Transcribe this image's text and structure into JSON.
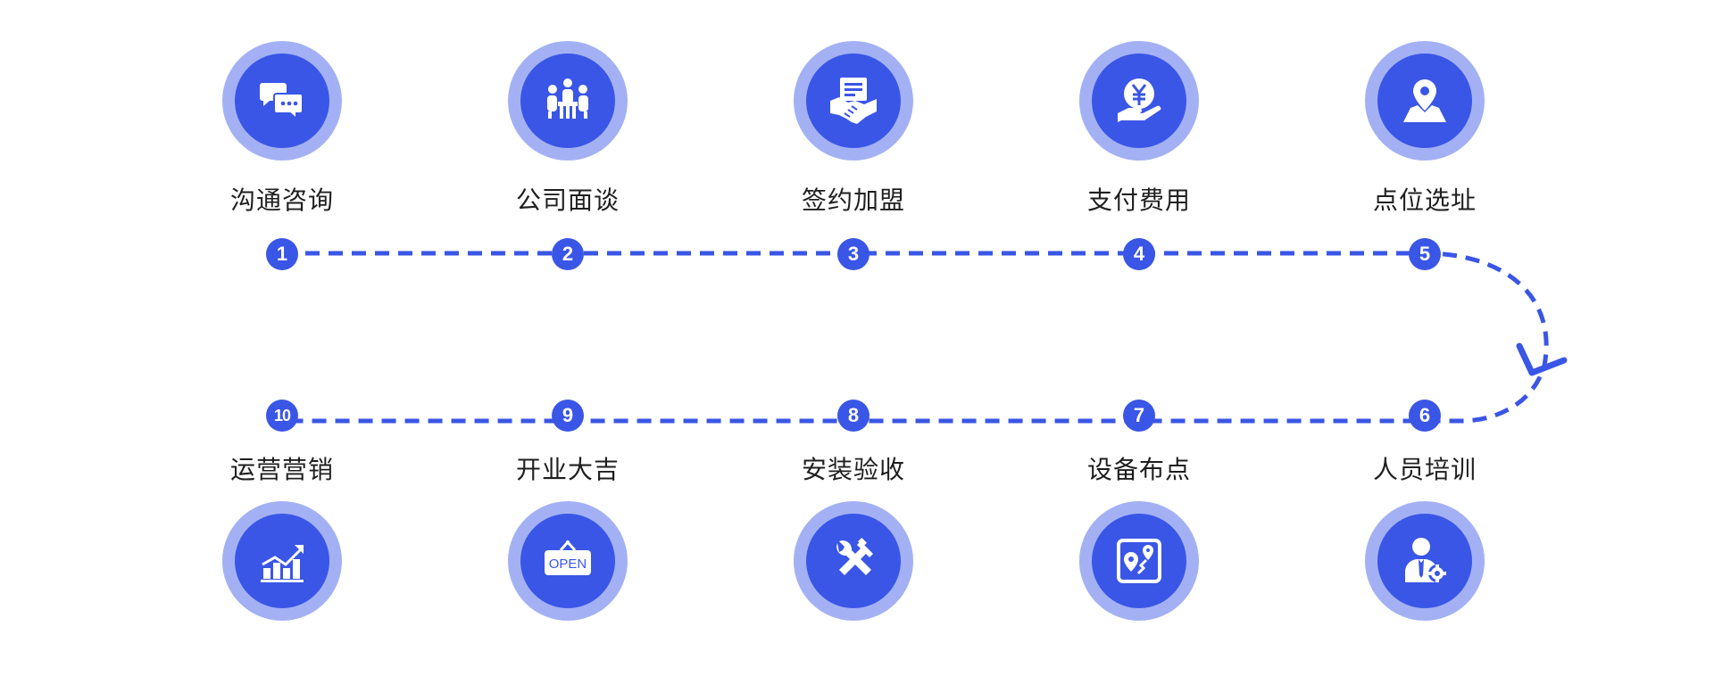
{
  "steps": [
    {
      "num": "1",
      "label": "沟通咨询",
      "icon": "chat-icon"
    },
    {
      "num": "2",
      "label": "公司面谈",
      "icon": "meeting-icon"
    },
    {
      "num": "3",
      "label": "签约加盟",
      "icon": "handshake-contract-icon"
    },
    {
      "num": "4",
      "label": "支付费用",
      "icon": "yen-payment-icon"
    },
    {
      "num": "5",
      "label": "点位选址",
      "icon": "location-pin-icon"
    },
    {
      "num": "6",
      "label": "人员培训",
      "icon": "person-gear-icon"
    },
    {
      "num": "7",
      "label": "设备布点",
      "icon": "map-marker-icon"
    },
    {
      "num": "8",
      "label": "安装验收",
      "icon": "tools-icon"
    },
    {
      "num": "9",
      "label": "开业大吉",
      "icon": "open-sign-icon"
    },
    {
      "num": "10",
      "label": "运营营销",
      "icon": "growth-chart-icon"
    }
  ],
  "open_sign_text": "OPEN",
  "colors": {
    "primary": "#3a56e6",
    "ring": "#a3b1f4",
    "label": "#1f1f1f"
  }
}
